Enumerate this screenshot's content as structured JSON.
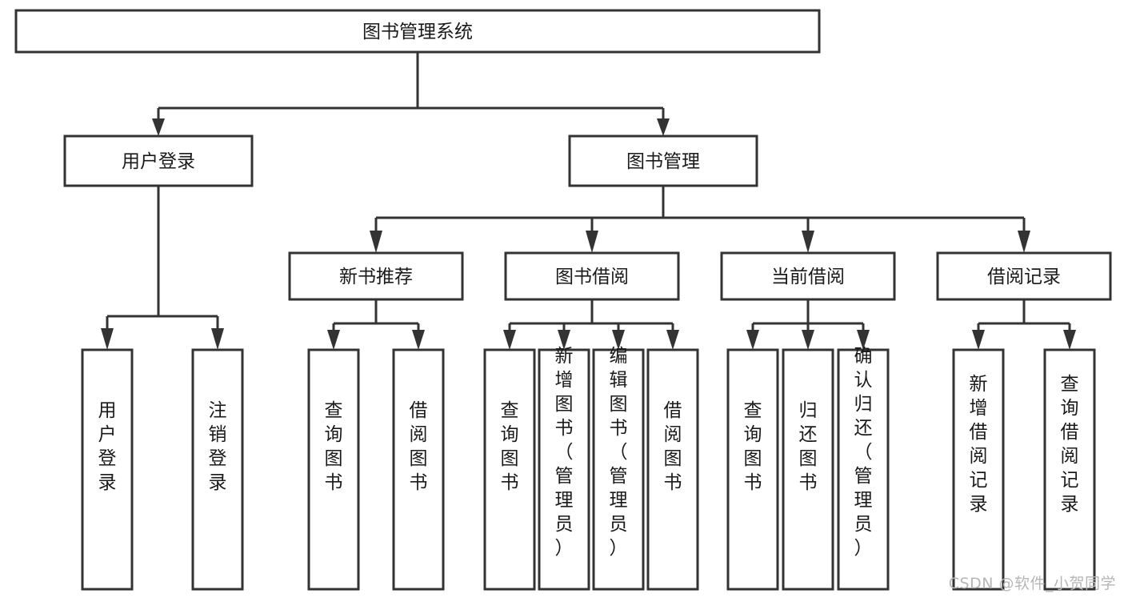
{
  "diagram": {
    "title": "图书管理系统",
    "type": "tree-hierarchy",
    "watermark": "CSDN @软件_小贺同学",
    "colors": {
      "box_stroke": "#333333",
      "box_fill": "#ffffff",
      "text": "#1a1a1a",
      "background": "#ffffff",
      "watermark": "#b6b6b6"
    },
    "root": {
      "label": "图书管理系统"
    },
    "level2": [
      {
        "label": "用户登录"
      },
      {
        "label": "图书管理"
      }
    ],
    "level3": [
      {
        "label": "新书推荐"
      },
      {
        "label": "图书借阅"
      },
      {
        "label": "当前借阅"
      },
      {
        "label": "借阅记录"
      }
    ],
    "leaves": {
      "user_login": [
        {
          "label": "用户登录"
        },
        {
          "label": "注销登录"
        }
      ],
      "new_book_recommend": [
        {
          "label": "查询图书"
        },
        {
          "label": "借阅图书"
        }
      ],
      "book_borrow": [
        {
          "label": "查询图书"
        },
        {
          "label": "新增图书（管理员）"
        },
        {
          "label": "编辑图书（管理员）"
        },
        {
          "label": "借阅图书"
        }
      ],
      "current_borrow": [
        {
          "label": "查询图书"
        },
        {
          "label": "归还图书"
        },
        {
          "label": "确认归还（管理员）"
        }
      ],
      "borrow_record": [
        {
          "label": "新增借阅记录"
        },
        {
          "label": "查询借阅记录"
        }
      ]
    }
  }
}
